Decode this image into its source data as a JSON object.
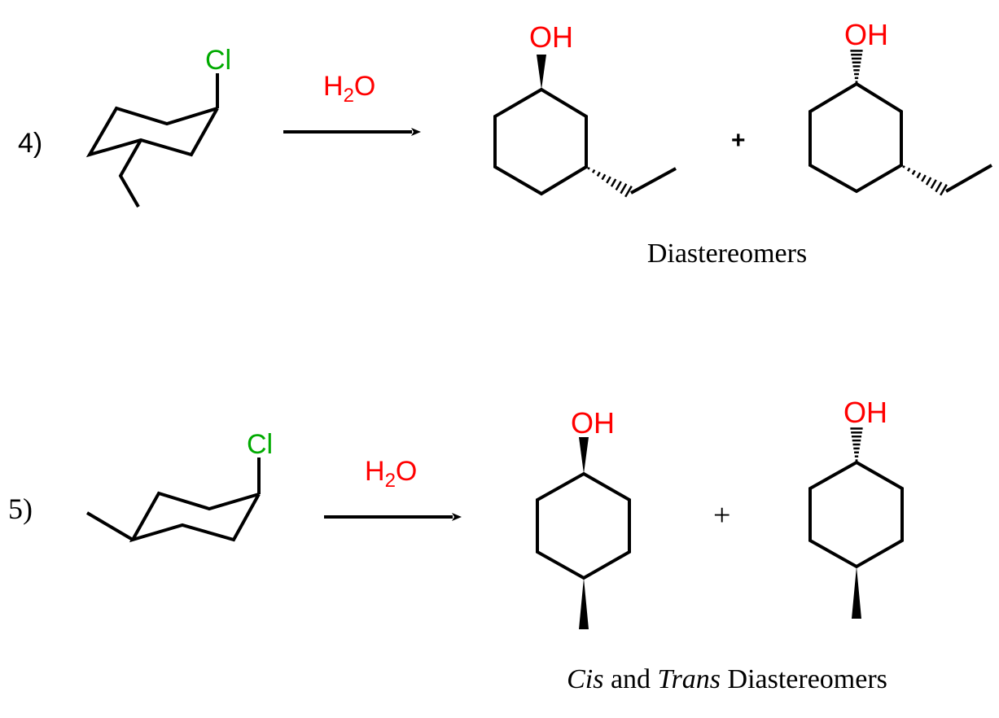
{
  "colors": {
    "oxygen": "#ff0000",
    "chlorine": "#00aa00",
    "bond": "#000000"
  },
  "reaction4": {
    "number": "4)",
    "reactant_atom": "Cl",
    "reagent": {
      "main": "H",
      "sub": "2",
      "tail": "O"
    },
    "product1_label": "OH",
    "plus": "+",
    "product2_label": "OH",
    "caption": "Diastereomers"
  },
  "reaction5": {
    "number": "5)",
    "reactant_atom": "Cl",
    "reagent": {
      "main": "H",
      "sub": "2",
      "tail": "O"
    },
    "product1_label": "OH",
    "plus": "+",
    "product2_label": "OH",
    "caption": {
      "cis": "Cis",
      "and": " and ",
      "trans": "Trans",
      "rest": " Diastereomers"
    }
  }
}
